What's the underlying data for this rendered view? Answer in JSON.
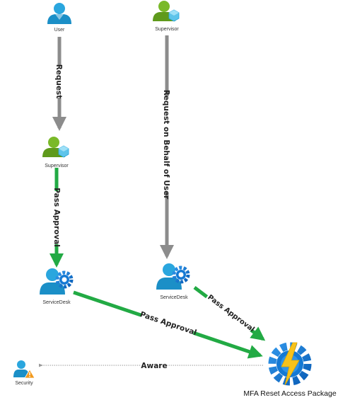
{
  "nodes": {
    "user": {
      "label": "User",
      "icon": "user-icon"
    },
    "supervisor_top": {
      "label": "Supervisor",
      "icon": "supervisor-icon"
    },
    "supervisor_mid": {
      "label": "Supervisor",
      "icon": "supervisor-icon"
    },
    "servicedesk_left": {
      "label": "ServiceDesk",
      "icon": "servicedesk-icon"
    },
    "servicedesk_right": {
      "label": "ServiceDesk",
      "icon": "servicedesk-icon"
    },
    "security": {
      "label": "Security",
      "icon": "security-warning-icon"
    },
    "package": {
      "label": "MFA Reset Access Package",
      "icon": "access-package-icon"
    }
  },
  "edges": {
    "request": {
      "label": "Request",
      "color": "#8c8c8c"
    },
    "request_on_behalf": {
      "label": "Request on Behalf of User",
      "color": "#8c8c8c"
    },
    "pass_approval_supervisor": {
      "label": "Pass Approval",
      "color": "#22aa44"
    },
    "pass_approval_left": {
      "label": "Pass Approval",
      "color": "#22aa44"
    },
    "pass_approval_right": {
      "label": "Pass Approval",
      "color": "#22aa44"
    },
    "aware": {
      "label": "Aware",
      "color": "#999999"
    }
  },
  "colors": {
    "user_blue": "#2aa6de",
    "supervisor_green": "#7ab929",
    "gear_blue": "#1479d4",
    "bolt_yellow": "#f7c21b",
    "warning_orange": "#f29a1d"
  }
}
